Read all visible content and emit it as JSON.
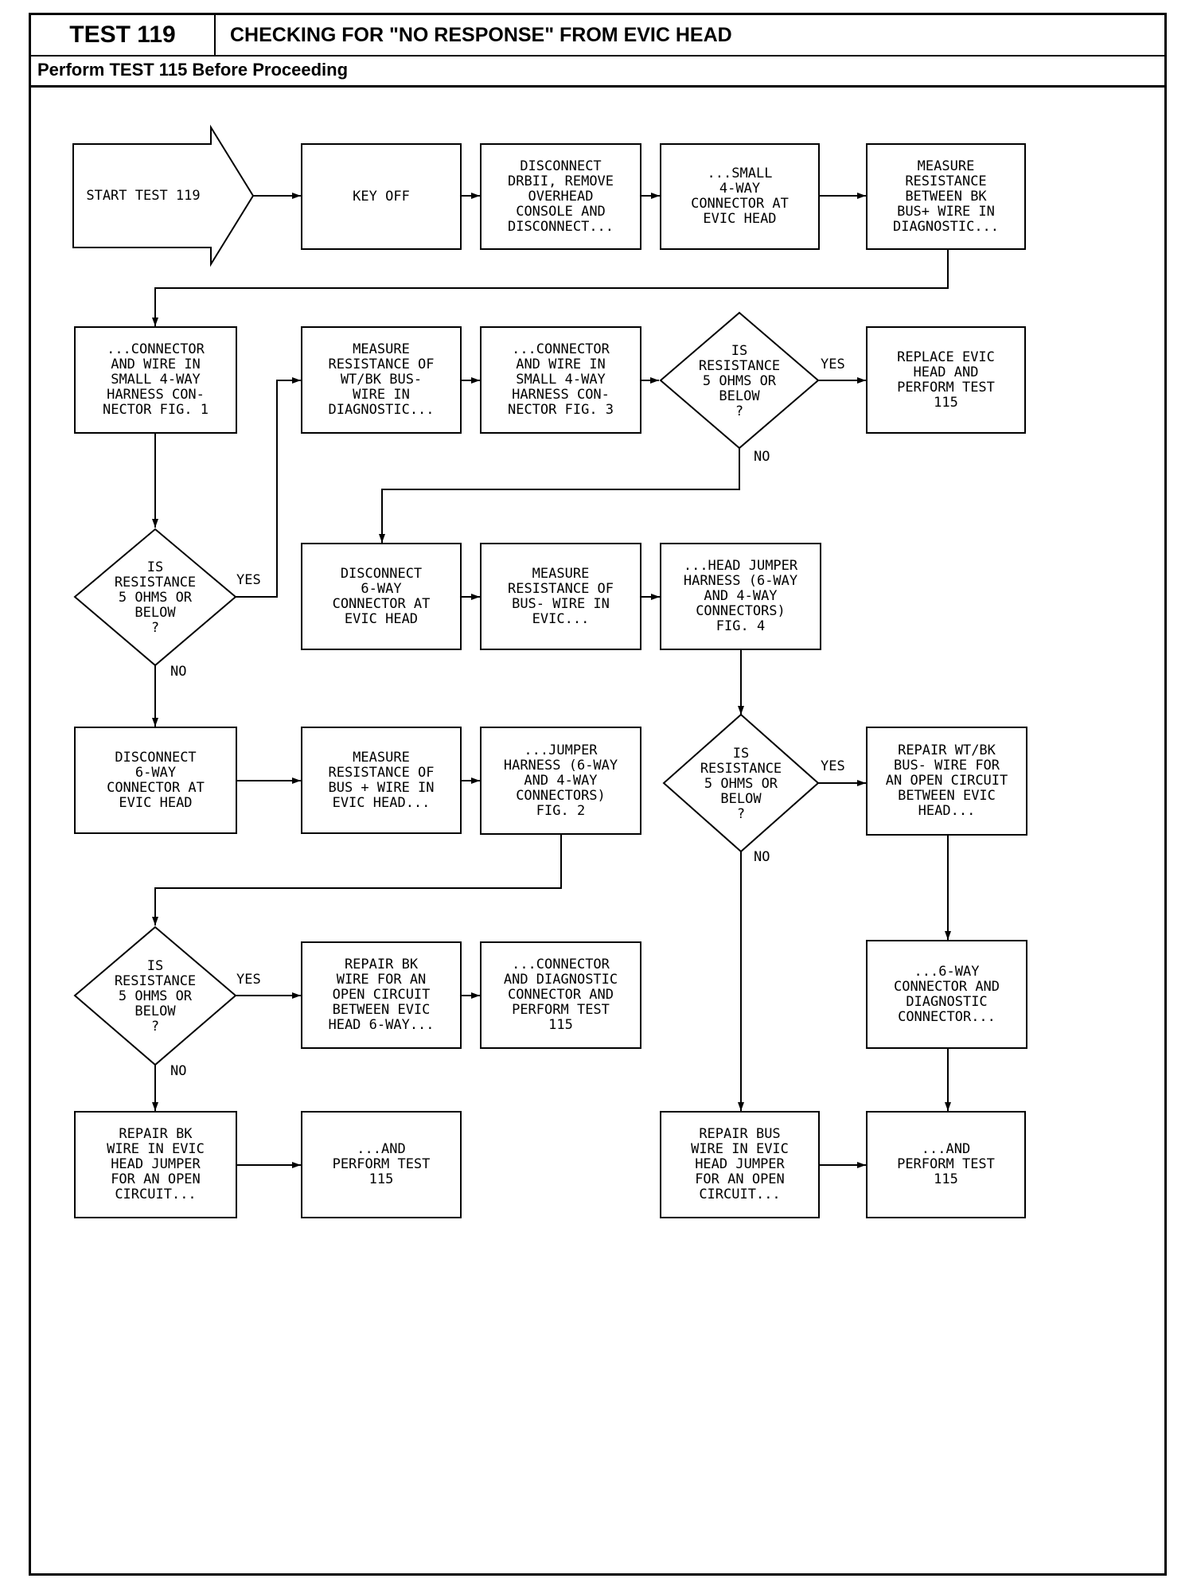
{
  "header": {
    "test_id": "TEST 119",
    "title": "CHECKING FOR \"NO RESPONSE\" FROM EVIC HEAD",
    "subtitle": "Perform TEST 115 Before Proceeding"
  },
  "flow": {
    "start": "START TEST 119",
    "key_off": "KEY OFF",
    "disconnect_drbii": "DISCONNECT\nDRBII, REMOVE\nOVERHEAD\nCONSOLE AND\nDISCONNECT...",
    "small_4way": "...SMALL\n4-WAY\nCONNECTOR AT\nEVIC HEAD",
    "measure_bk_bus": "MEASURE\nRESISTANCE\nBETWEEN BK\nBUS+ WIRE IN\nDIAGNOSTIC...",
    "connector_fig1": "...CONNECTOR\nAND WIRE IN\nSMALL 4-WAY\nHARNESS CON-\nNECTOR FIG. 1",
    "measure_wtbk": "MEASURE\nRESISTANCE OF\nWT/BK BUS-\nWIRE IN\nDIAGNOSTIC...",
    "connector_fig3": "...CONNECTOR\nAND WIRE IN\nSMALL 4-WAY\nHARNESS CON-\nNECTOR FIG. 3",
    "decision_a": "IS\nRESISTANCE\n5 OHMS OR\nBELOW\n?",
    "replace_evic": "REPLACE EVIC\nHEAD AND\nPERFORM TEST\n115",
    "decision_b": "IS\nRESISTANCE\n5 OHMS OR\nBELOW\n?",
    "disconnect_6way_a": "DISCONNECT\n6-WAY\nCONNECTOR AT\nEVIC HEAD",
    "measure_bus_minus": "MEASURE\nRESISTANCE OF\nBUS- WIRE IN\nEVIC...",
    "head_jumper_fig4": "...HEAD JUMPER\nHARNESS (6-WAY\nAND 4-WAY\nCONNECTORS)\nFIG. 4",
    "disconnect_6way_b": "DISCONNECT\n6-WAY\nCONNECTOR AT\nEVIC HEAD",
    "measure_bus_plus": "MEASURE\nRESISTANCE OF\nBUS + WIRE IN\nEVIC HEAD...",
    "jumper_fig2": "...JUMPER\nHARNESS (6-WAY\nAND 4-WAY\nCONNECTORS)\nFIG. 2",
    "decision_c": "IS\nRESISTANCE\n5 OHMS OR\nBELOW\n?",
    "repair_wtbk": "REPAIR WT/BK\nBUS- WIRE FOR\nAN OPEN CIRCUIT\nBETWEEN EVIC\nHEAD...",
    "decision_d": "IS\nRESISTANCE\n5 OHMS OR\nBELOW\n?",
    "repair_bk_open": "REPAIR BK\nWIRE FOR AN\nOPEN CIRCUIT\nBETWEEN EVIC\nHEAD 6-WAY...",
    "connector_diag_115": "...CONNECTOR\nAND DIAGNOSTIC\nCONNECTOR AND\nPERFORM TEST\n115",
    "six_way_diag": "...6-WAY\nCONNECTOR AND\nDIAGNOSTIC\nCONNECTOR...",
    "repair_bk_jumper": "REPAIR BK\nWIRE IN EVIC\nHEAD JUMPER\nFOR AN OPEN\nCIRCUIT...",
    "and_perform_a": "...AND\nPERFORM TEST\n115",
    "repair_bus_jumper": "REPAIR BUS\nWIRE IN EVIC\nHEAD JUMPER\nFOR AN OPEN\nCIRCUIT...",
    "and_perform_b": "...AND\nPERFORM TEST\n115",
    "yes": "YES",
    "no": "NO"
  }
}
